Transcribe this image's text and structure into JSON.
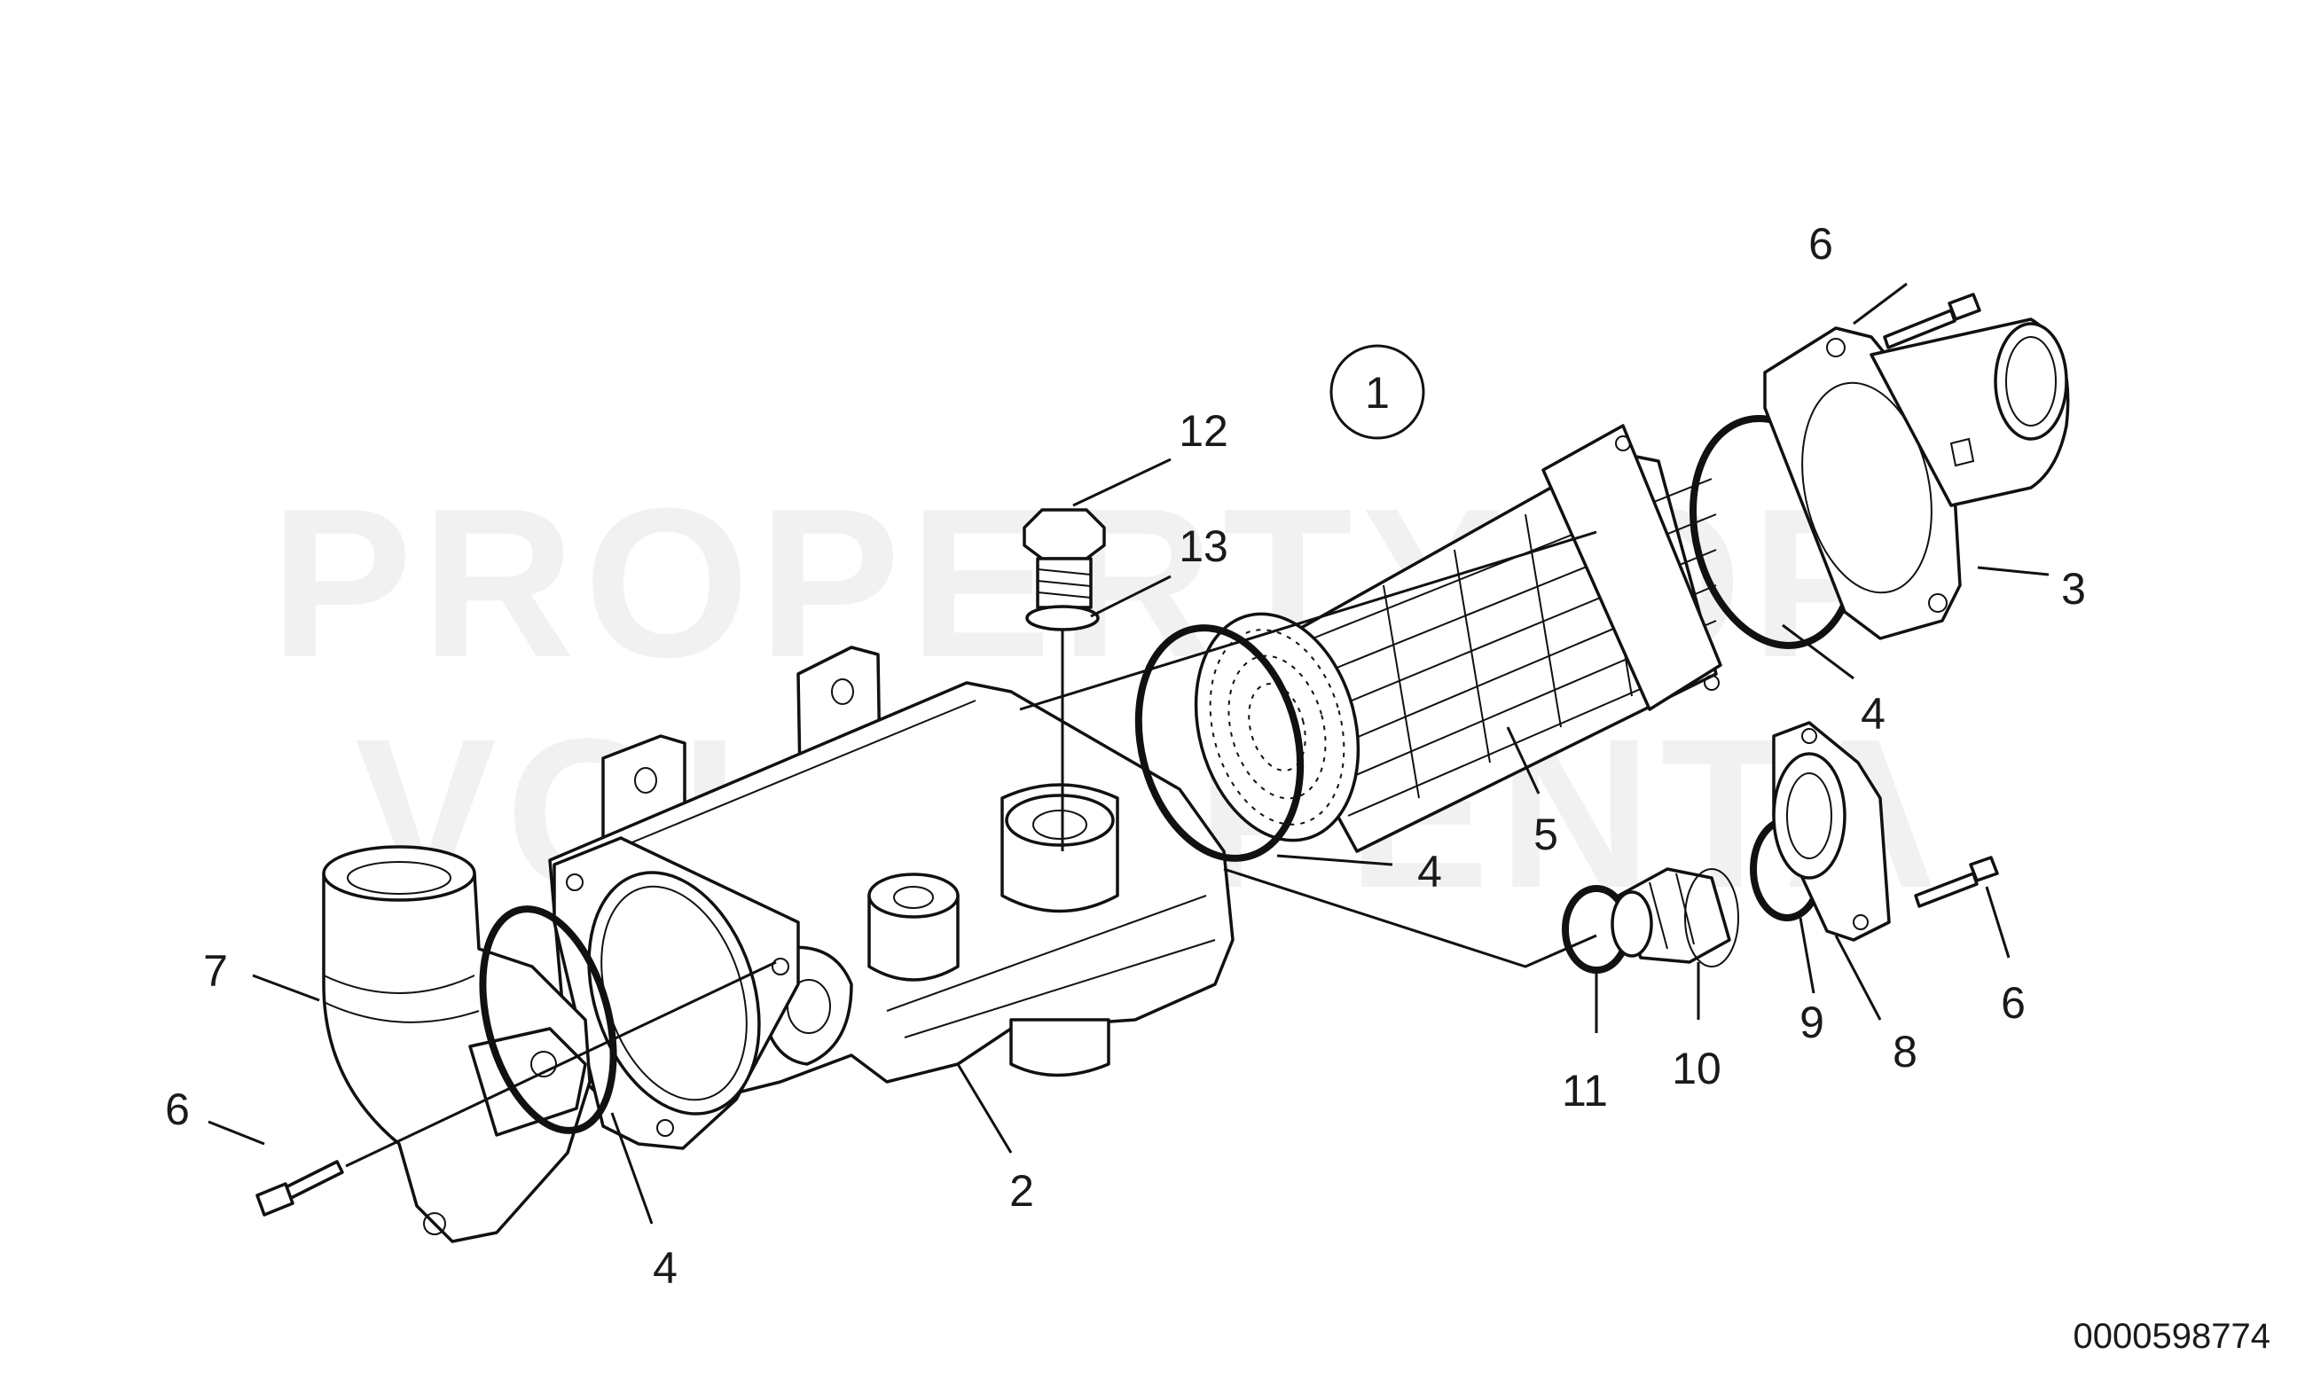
{
  "watermark": {
    "line1": "PROPERTY OF",
    "line2": "VOLVO PENTA"
  },
  "assembly_number": "1",
  "callouts": {
    "c2": "2",
    "c3": "3",
    "c4a": "4",
    "c4b": "4",
    "c4c": "4",
    "c5": "5",
    "c6a": "6",
    "c6b": "6",
    "c6c": "6",
    "c7": "7",
    "c8": "8",
    "c9": "9",
    "c10": "10",
    "c11": "11",
    "c12": "12",
    "c13": "13"
  },
  "document_number": "0000598774"
}
